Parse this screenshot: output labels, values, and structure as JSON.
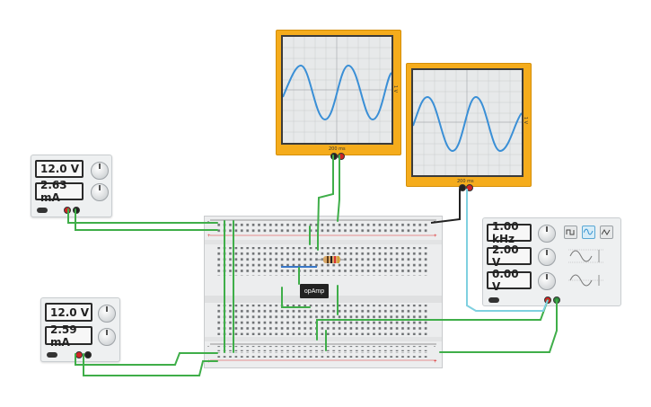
{
  "power_supply_top": {
    "voltage": "12.0 V",
    "current": "2.63 mA"
  },
  "power_supply_bottom": {
    "voltage": "12.0 V",
    "current": "2.59 mA"
  },
  "oscilloscope_1": {
    "time_div": "200 ms",
    "volt_div": "1 V"
  },
  "oscilloscope_2": {
    "time_div": "200 ms",
    "volt_div": "1 V"
  },
  "function_generator": {
    "frequency": "1.00 kHz",
    "amplitude": "2.00 V",
    "offset": "0.00 V",
    "waveforms": [
      "square",
      "sine",
      "triangle"
    ],
    "selected_waveform": "sine"
  },
  "chip": {
    "label": "opAmp"
  },
  "colors": {
    "wire_green": "#3fae49",
    "wire_cyan": "#7fd0e0",
    "wire_black": "#222222",
    "wire_blue": "#3a78c8",
    "scope_body": "#f5ac1c",
    "trace": "#3a8fd6"
  }
}
